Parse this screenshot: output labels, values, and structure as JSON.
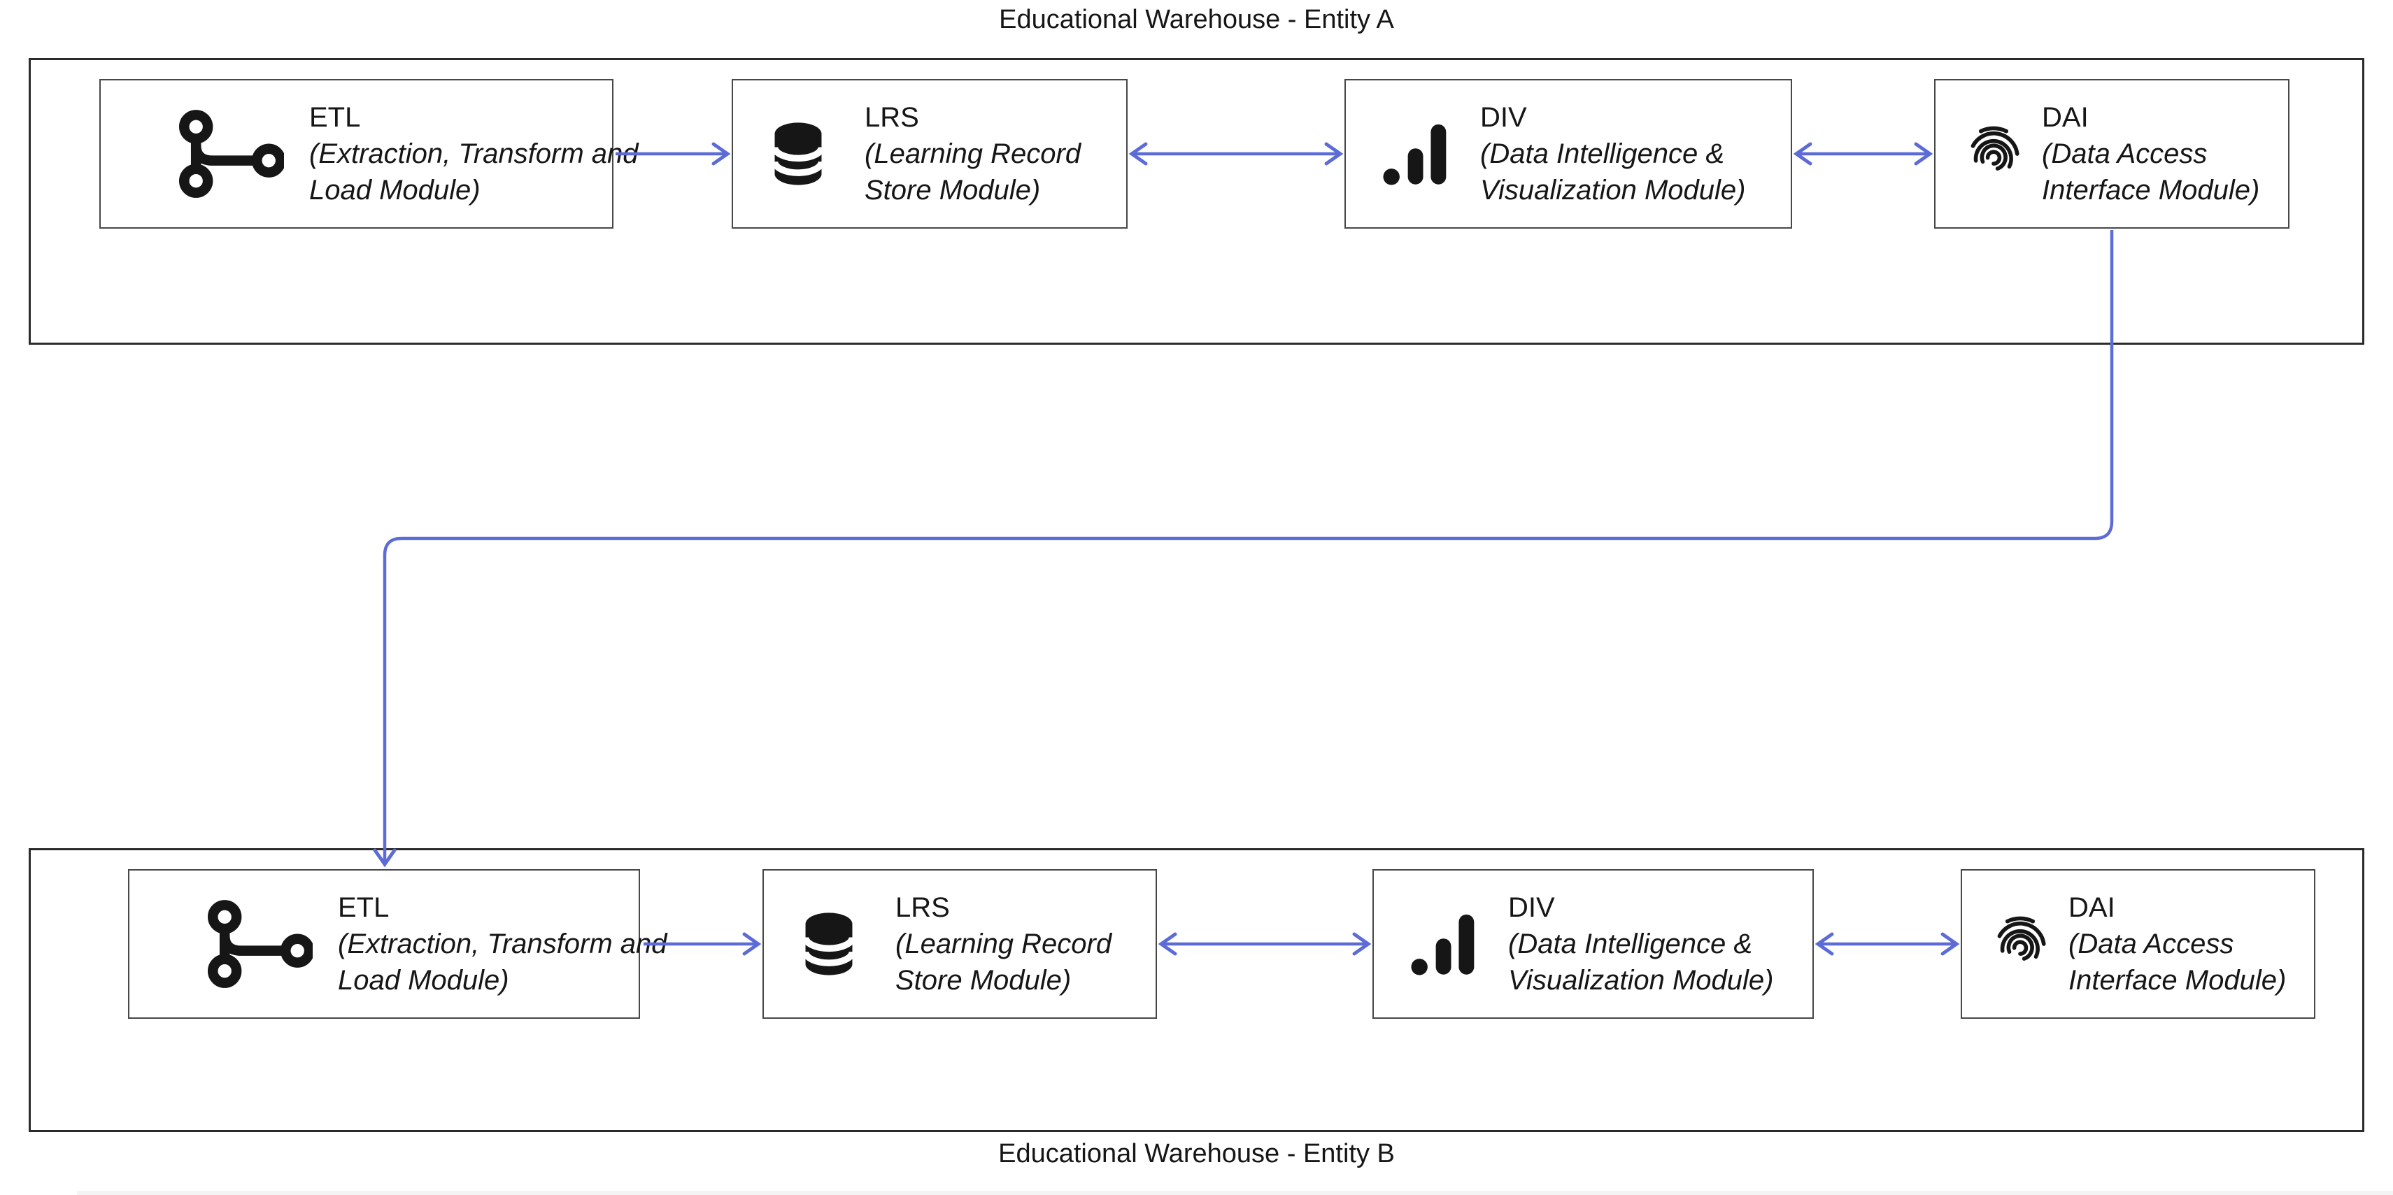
{
  "colors": {
    "connector": "#5c6bd6",
    "container_border": "#2b2b2b",
    "module_border": "#474747",
    "text": "#161616"
  },
  "entity_a": {
    "title": "Educational Warehouse - Entity A",
    "modules": [
      {
        "abbr": "ETL",
        "icon": "schema-branch-icon",
        "desc_line1": "(Extraction, Transform and",
        "desc_line2": "Load Module)"
      },
      {
        "abbr": "LRS",
        "icon": "database-icon",
        "desc_line1": "(Learning Record",
        "desc_line2": "Store Module)"
      },
      {
        "abbr": "DIV",
        "icon": "bar-chart-icon",
        "desc_line1": "(Data Intelligence &",
        "desc_line2": "Visualization Module)"
      },
      {
        "abbr": "DAI",
        "icon": "fingerprint-icon",
        "desc_line1": "(Data Access",
        "desc_line2": "Interface Module)"
      }
    ]
  },
  "entity_b": {
    "title": "Educational Warehouse - Entity B",
    "modules": [
      {
        "abbr": "ETL",
        "icon": "schema-branch-icon",
        "desc_line1": "(Extraction, Transform and",
        "desc_line2": "Load Module)"
      },
      {
        "abbr": "LRS",
        "icon": "database-icon",
        "desc_line1": "(Learning Record",
        "desc_line2": "Store Module)"
      },
      {
        "abbr": "DIV",
        "icon": "bar-chart-icon",
        "desc_line1": "(Data Intelligence &",
        "desc_line2": "Visualization Module)"
      },
      {
        "abbr": "DAI",
        "icon": "fingerprint-icon",
        "desc_line1": "(Data Access",
        "desc_line2": "Interface Module)"
      }
    ]
  },
  "connections": [
    {
      "from": "ETL",
      "to": "LRS",
      "entity": "A",
      "direction": "one-way"
    },
    {
      "from": "LRS",
      "to": "DIV",
      "entity": "A",
      "direction": "two-way"
    },
    {
      "from": "DIV",
      "to": "DAI",
      "entity": "A",
      "direction": "two-way"
    },
    {
      "from": "DAI (Entity A)",
      "to": "ETL (Entity B)",
      "direction": "one-way"
    },
    {
      "from": "ETL",
      "to": "LRS",
      "entity": "B",
      "direction": "one-way"
    },
    {
      "from": "LRS",
      "to": "DIV",
      "entity": "B",
      "direction": "two-way"
    },
    {
      "from": "DIV",
      "to": "DAI",
      "entity": "B",
      "direction": "two-way"
    }
  ]
}
